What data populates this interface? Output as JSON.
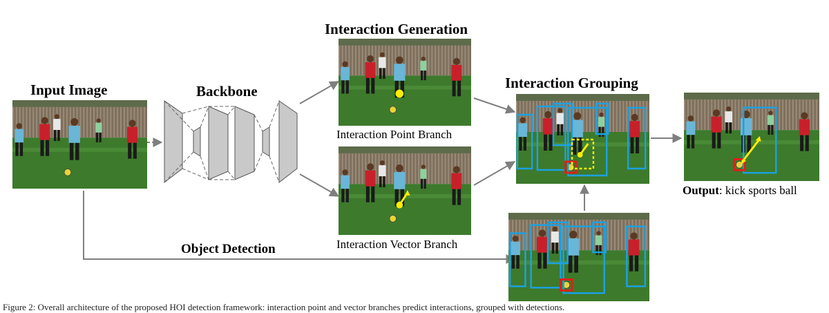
{
  "labels": {
    "input_image": "Input Image",
    "backbone": "Backbone",
    "interaction_generation": "Interaction Generation",
    "interaction_point_branch": "Interaction Point Branch",
    "interaction_vector_branch": "Interaction Vector Branch",
    "interaction_grouping": "Interaction Grouping",
    "object_detection": "Object Detection",
    "output_prefix": "Output",
    "output_text": ": kick sports ball"
  },
  "caption": "Figure 2: Overall architecture of the proposed HOI detection framework: interaction point and vector branches predict interactions, grouped with detections.",
  "colors": {
    "arrow": "#7f7f7f",
    "human_box": "#1ba1e2",
    "object_box": "#e21d1d",
    "interaction_marker": "#ffee00",
    "backbone_fill": "#c9c9c9"
  }
}
